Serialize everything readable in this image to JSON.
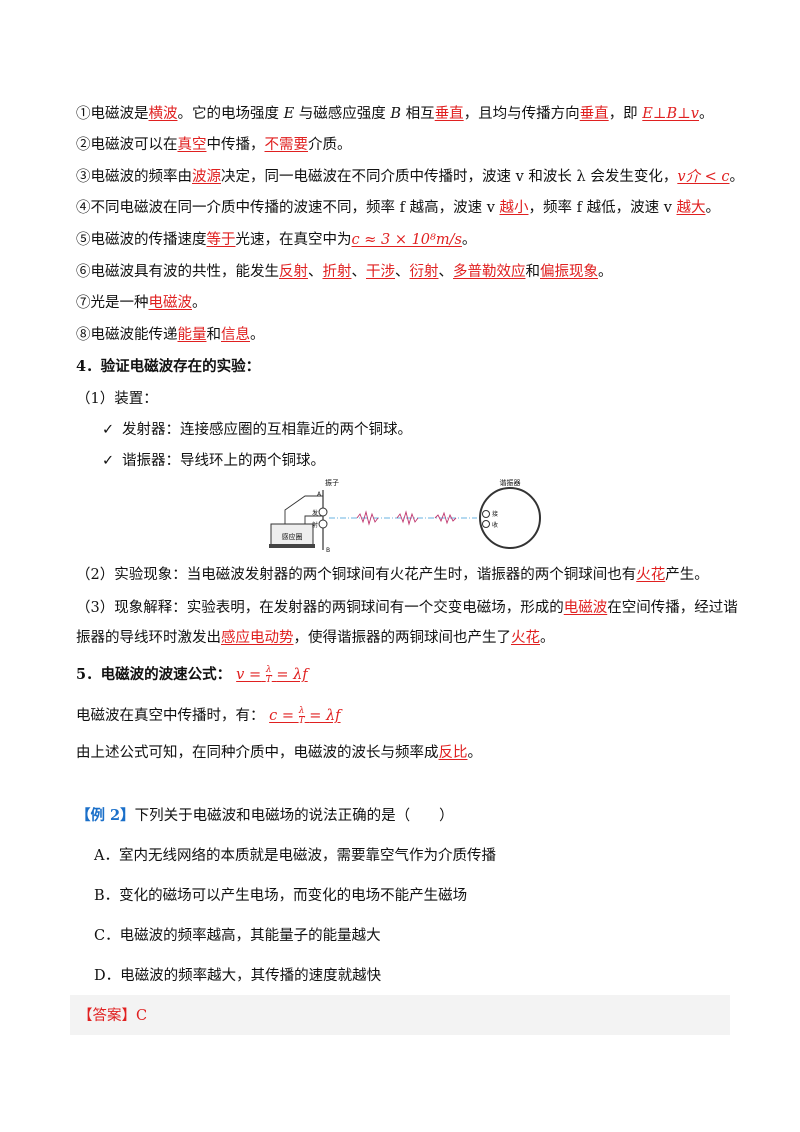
{
  "points": {
    "p1": {
      "pre": "①电磁波是",
      "t1": "横波",
      "mid1": "。它的电场强度 ",
      "E": "E",
      "mid2": " 与磁感应强度 ",
      "B": "B",
      "mid3": " 相互",
      "t2": "垂直",
      "mid4": "，且均与传播方向",
      "t3": "垂直",
      "mid5": "，即 ",
      "t4": "E⊥B⊥v",
      "end": "。"
    },
    "p2": {
      "pre": "②电磁波可以在",
      "t1": "真空",
      "mid": "中传播，",
      "t2": "不需要",
      "end": "介质。"
    },
    "p3": {
      "pre": "③电磁波的频率由",
      "t1": "波源",
      "mid": "决定，同一电磁波在不同介质中传播时，波速 v 和波长 λ 会发生变化，",
      "t2": "v介 < c",
      "end": "。"
    },
    "p4": {
      "pre": "④不同电磁波在同一介质中传播的波速不同，频率 f 越高，波速 v ",
      "t1": "越小",
      "mid": "，频率 f 越低，波速 v ",
      "t2": "越大",
      "end": "。"
    },
    "p5": {
      "pre": "⑤电磁波的传播速度",
      "t1": "等于",
      "mid": "光速，在真空中为",
      "t2": "c ≈ 3 × 10⁸m/s",
      "end": "。"
    },
    "p6": {
      "pre": "⑥电磁波具有波的共性，能发生",
      "t1": "反射",
      "s1": "、",
      "t2": "折射",
      "s2": "、",
      "t3": "干涉",
      "s3": "、",
      "t4": "衍射",
      "s4": "、",
      "t5": "多普勒效应",
      "s5": "和",
      "t6": "偏振现象",
      "end": "。"
    },
    "p7": {
      "pre": "⑦光是一种",
      "t1": "电磁波",
      "end": "。"
    },
    "p8": {
      "pre": "⑧电磁波能传递",
      "t1": "能量",
      "mid": "和",
      "t2": "信息",
      "end": "。"
    }
  },
  "section4": {
    "heading": "4．验证电磁波存在的实验：",
    "sub1": "（1）装置：",
    "check1": "发射器：连接感应圈的互相靠近的两个铜球。",
    "check2": "谐振器：导线环上的两个铜球。",
    "diagram": {
      "label_zhenzi": "振子",
      "label_A": "A",
      "label_B": "B",
      "label_fa": "发",
      "label_she": "射",
      "label_coil": "感应圈",
      "label_resonator": "谐振器",
      "label_jie": "接",
      "label_shou": "收"
    },
    "sub2_pre": "（2）实验现象：当电磁波发射器的两个铜球间有火花产生时，谐振器的两个铜球间也有",
    "sub2_t": "火花",
    "sub2_end": "产生。",
    "sub3_pre": "（3）现象解释：实验表明，在发射器的两铜球间有一个交变电磁场，形成的",
    "sub3_t1": "电磁波",
    "sub3_mid": "在空间传播，经过谐",
    "sub3_line2_pre": "振器的导线环时激发出",
    "sub3_t2": "感应电动势",
    "sub3_line2_mid": "，使得谐振器的两铜球间也产生了",
    "sub3_t3": "火花",
    "sub3_end": "。"
  },
  "section5": {
    "heading": "5．电磁波的波速公式：",
    "formula1_v": "v =",
    "formula1_num": "λ",
    "formula1_den": "T",
    "formula1_rest": "= λf",
    "line2_pre": "电磁波在真空中传播时，有：",
    "formula2_c": "c =",
    "formula2_num": "λ",
    "formula2_den": "T",
    "formula2_rest": "= λf",
    "line3_pre": "由上述公式可知，在同种介质中，电磁波的波长与频率成",
    "line3_t": "反比",
    "line3_end": "。"
  },
  "example": {
    "tag": "【例 2】",
    "question": "下列关于电磁波和电磁场的说法正确的是（　　）",
    "options": [
      "A．室内无线网络的本质就是电磁波，需要靠空气作为介质传播",
      "B．变化的磁场可以产生电场，而变化的电场不能产生磁场",
      "C．电磁波的频率越高，其能量子的能量越大",
      "D．电磁波的频率越大，其传播的速度就越快"
    ],
    "answer_label": "【答案】",
    "answer_value": "C"
  },
  "colors": {
    "accent_red": "#e02020",
    "example_blue": "#1a6fc9",
    "answer_bg": "#f3f3f3"
  }
}
